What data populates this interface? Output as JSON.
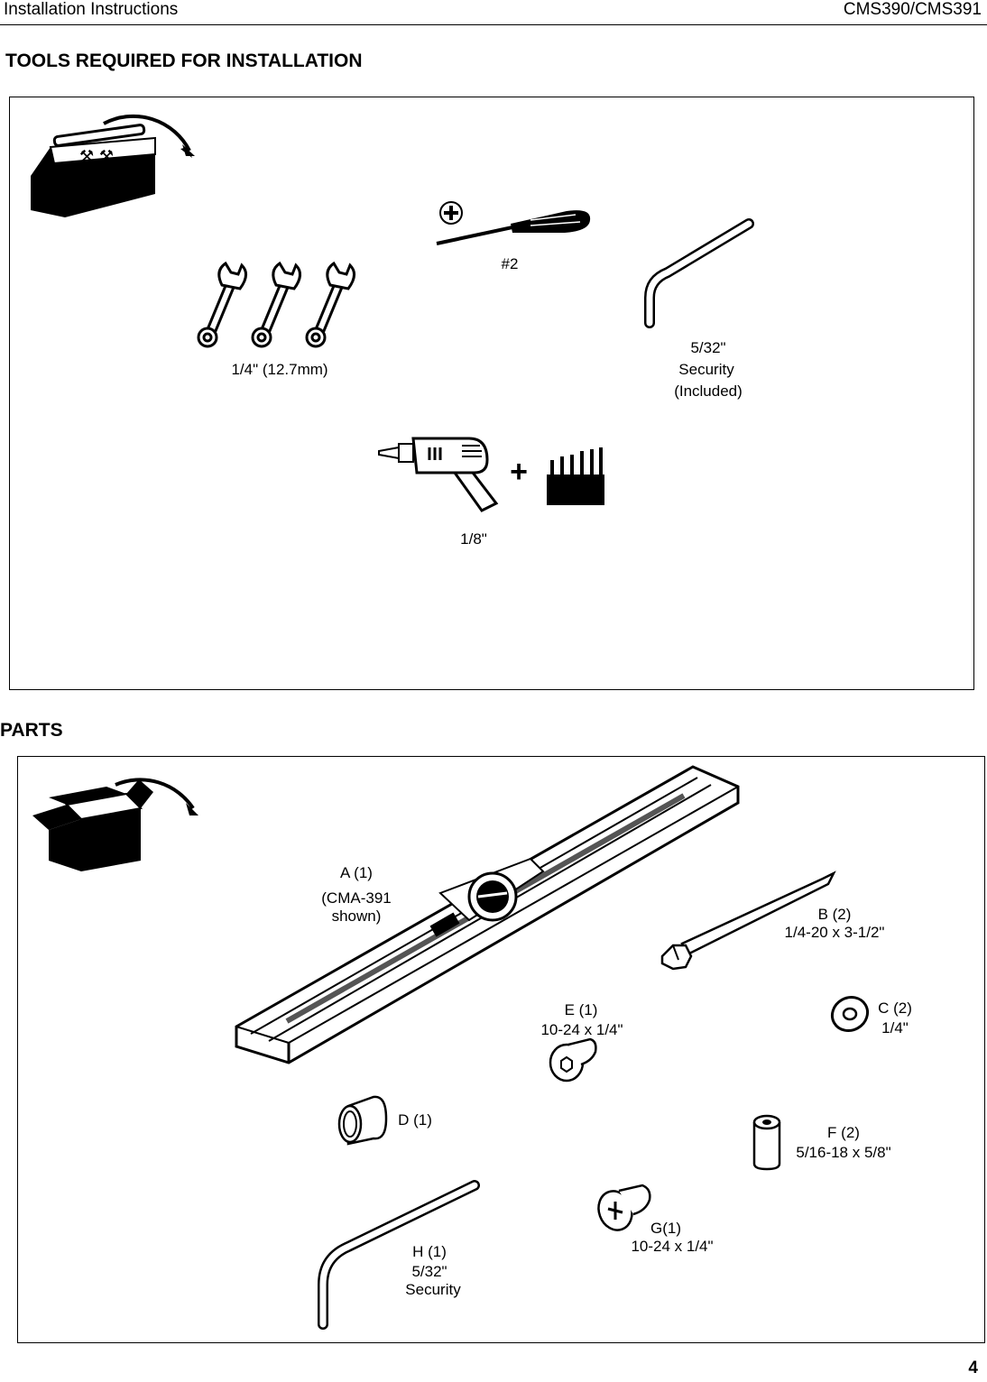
{
  "header": {
    "left": "Installation Instructions",
    "right": "CMS390/CMS391"
  },
  "tools": {
    "title": "TOOLS REQUIRED FOR INSTALLATION",
    "screwdriver_label": "#2",
    "wrench_label": "1/4\" (12.7mm)",
    "hex_key": {
      "size": "5/32\"",
      "type": "Security",
      "note": "(Included)"
    },
    "drill_label": "1/8\"",
    "plus_sign": "+"
  },
  "parts": {
    "title": "PARTS",
    "A": {
      "line1": "A (1)",
      "line2": "(CMA-391",
      "line3": "shown)"
    },
    "B": {
      "line1": "B (2)",
      "line2": "1/4-20 x 3-1/2\""
    },
    "C": {
      "line1": "C (2)",
      "line2": "1/4\""
    },
    "D": {
      "line1": "D (1)"
    },
    "E": {
      "line1": "E (1)",
      "line2": "10-24 x 1/4\""
    },
    "F": {
      "line1": "F (2)",
      "line2": "5/16-18 x 5/8\""
    },
    "G": {
      "line1": "G(1)",
      "line2": "10-24 x 1/4\""
    },
    "H": {
      "line1": "H (1)",
      "line2": "5/32\"",
      "line3": "Security"
    }
  },
  "page_number": "4"
}
